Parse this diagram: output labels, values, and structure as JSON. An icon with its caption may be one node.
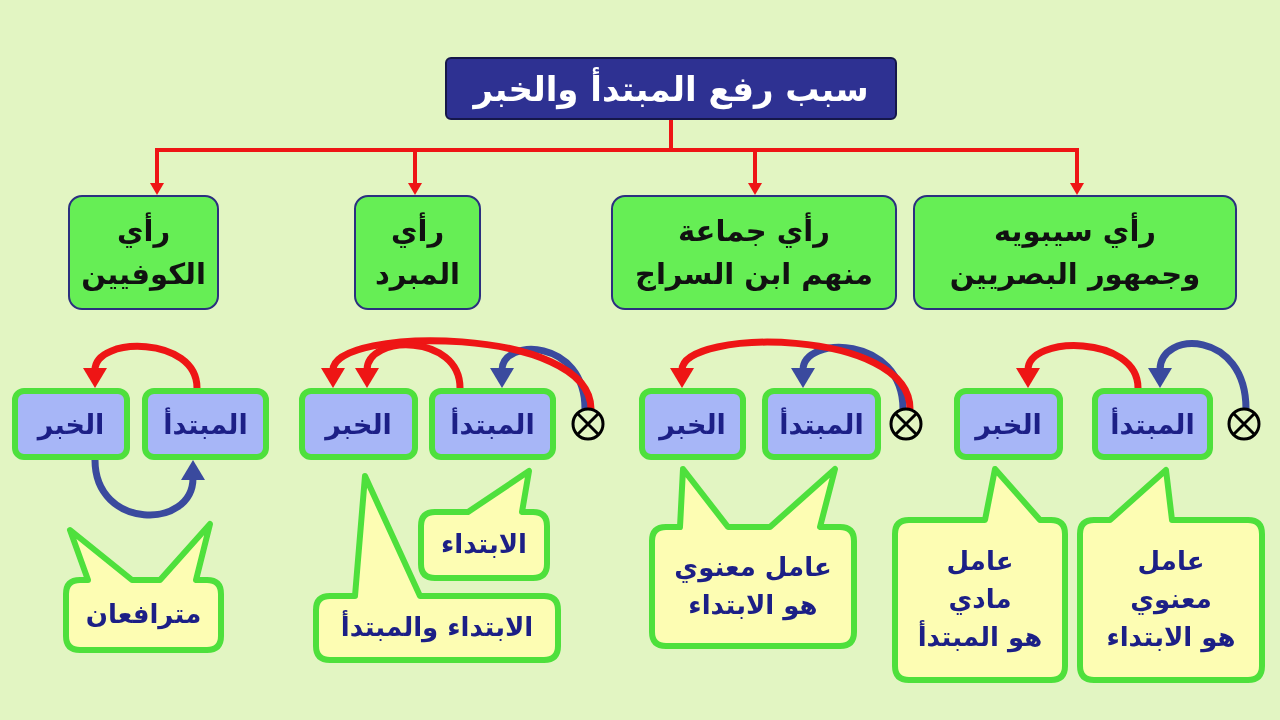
{
  "diagram": {
    "nodes": [
      {
        "text": [
          "سبب رفع المبتدأ والخبر"
        ]
      },
      {
        "text": [
          "رأي سيبويه وجمهور البصريين"
        ]
      },
      {
        "text": [
          "رأي جماعة منهم ابن السراج"
        ]
      },
      {
        "text": [
          "رأي المبرد"
        ]
      },
      {
        "text": [
          "رأي الكوفيين"
        ]
      },
      {
        "text": [],
        "shape": "circle"
      },
      {
        "text": [
          "المبتدأ"
        ]
      },
      {
        "text": [
          "الخبر"
        ]
      },
      {
        "text": [
          "عامل معنوي هو الابتداء"
        ]
      },
      {
        "text": [
          "عامل مادي هو المبتدأ"
        ]
      },
      {
        "text": [],
        "shape": "circle"
      },
      {
        "text": [
          "المبتدأ"
        ]
      },
      {
        "text": [
          "الخبر"
        ]
      },
      {
        "text": [
          "عامل معنوي هو الابتداء"
        ]
      },
      {
        "text": [],
        "shape": "circle"
      },
      {
        "text": [
          "المبتدأ"
        ]
      },
      {
        "text": [
          "الخبر"
        ]
      },
      {
        "text": [
          "الابتداء"
        ]
      },
      {
        "text": [
          "الابتداء والمبتدأ"
        ]
      },
      {
        "text": [
          "المبتدأ"
        ]
      },
      {
        "text": [
          "الخبر"
        ]
      },
      {
        "text": [
          "مترافعان"
        ]
      }
    ],
    "edges": [
      {
        "from": 0,
        "to": 1,
        "arrow": "to"
      },
      {
        "from": 0,
        "to": 2,
        "arrow": "to"
      },
      {
        "from": 0,
        "to": 3,
        "arrow": "to"
      },
      {
        "from": 0,
        "to": 4,
        "arrow": "to"
      },
      {
        "from": 5,
        "to": 6,
        "arrow": "to",
        "color": "#3a4a9e"
      },
      {
        "from": 6,
        "to": 7,
        "arrow": "to"
      },
      {
        "from": 10,
        "to": 11,
        "arrow": "to",
        "color": "#3a4a9e"
      },
      {
        "from": 10,
        "to": 12,
        "arrow": "to"
      },
      {
        "from": 14,
        "to": 15,
        "arrow": "to",
        "color": "#3a4a9e"
      },
      {
        "from": 14,
        "to": 16,
        "arrow": "to"
      },
      {
        "from": 15,
        "to": 16,
        "arrow": "to"
      },
      {
        "from": 19,
        "to": 20,
        "arrow": "to"
      },
      {
        "from": 20,
        "to": 19,
        "arrow": "to",
        "color": "#3a4a9e"
      }
    ]
  }
}
